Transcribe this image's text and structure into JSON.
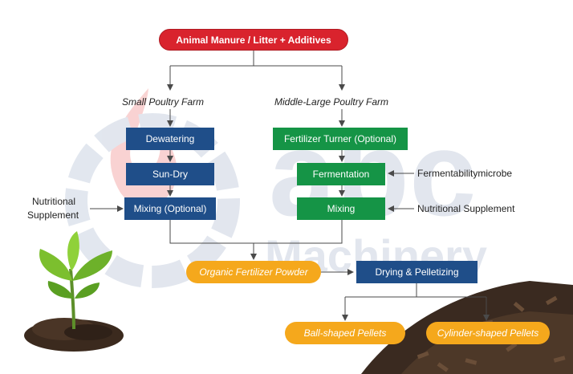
{
  "colors": {
    "red": "#d9232d",
    "navy": "#1f4e89",
    "green": "#159446",
    "orange": "#f5a81c",
    "connector": "#4a4a4a"
  },
  "watermark": {
    "logo_text": "abc",
    "brand": "Machinery",
    "icon": "flame-gear-logo"
  },
  "nodes": {
    "top": "Animal  Manure / Litter   +    Additives",
    "small_farm": "Small Poultry Farm",
    "large_farm": "Middle-Large  Poultry Farm",
    "dewatering": "Dewatering",
    "sun_dry": "Sun-Dry",
    "mixing_optional": "Mixing (Optional)",
    "turner": "Fertilizer Turner (Optional)",
    "fermentation": "Fermentation",
    "mixing": "Mixing",
    "organic_powder": "Organic Fertilizer Powder",
    "drying": "Drying & Pelletizing",
    "ball": "Ball-shaped Pellets",
    "cylinder": "Cylinder-shaped Pellets"
  },
  "inputs": {
    "nutritional_left": [
      "Nutritional",
      "Supplement"
    ],
    "fermentability": "Fermentabilitymicrobe",
    "nutritional_right": "Nutritional Supplement"
  },
  "illustrations": [
    "plant-seedling-image",
    "pellet-pile-image"
  ]
}
